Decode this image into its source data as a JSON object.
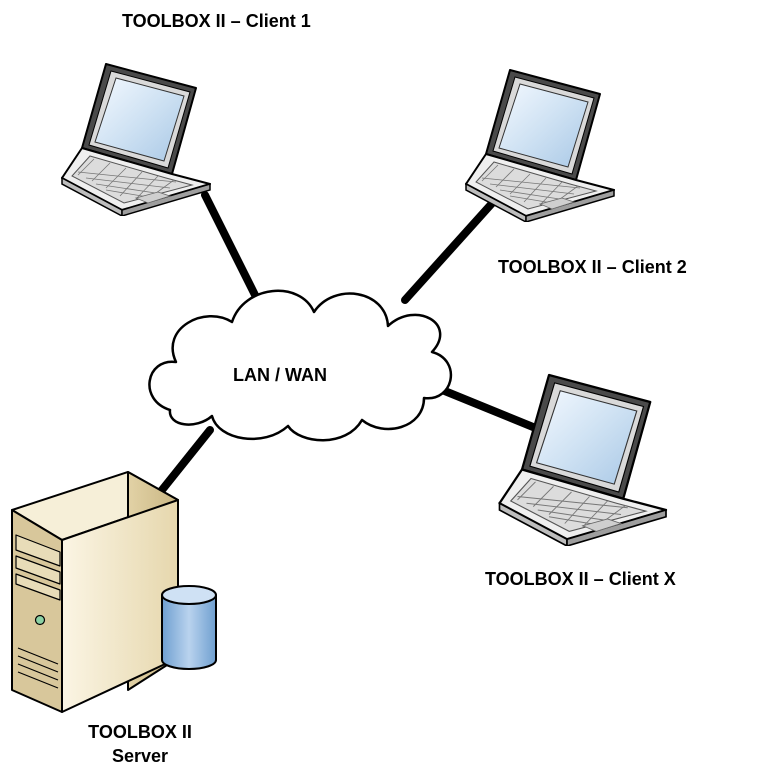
{
  "network": {
    "label": "LAN / WAN"
  },
  "clients": [
    {
      "label": "TOOLBOX II – Client 1",
      "icon": "laptop-icon"
    },
    {
      "label": "TOOLBOX II – Client 2",
      "icon": "laptop-icon"
    },
    {
      "label": "TOOLBOX II – Client X",
      "icon": "laptop-icon"
    }
  ],
  "server": {
    "label_line1": "TOOLBOX II",
    "label_line2": "Server",
    "icon": "server-tower-icon",
    "database_icon": "database-icon"
  },
  "colors": {
    "link": "#000000",
    "cloud_fill": "#ffffff",
    "screen": "#cfe2f3",
    "tower": "#efe3c4",
    "database": "#9dbfe2"
  }
}
